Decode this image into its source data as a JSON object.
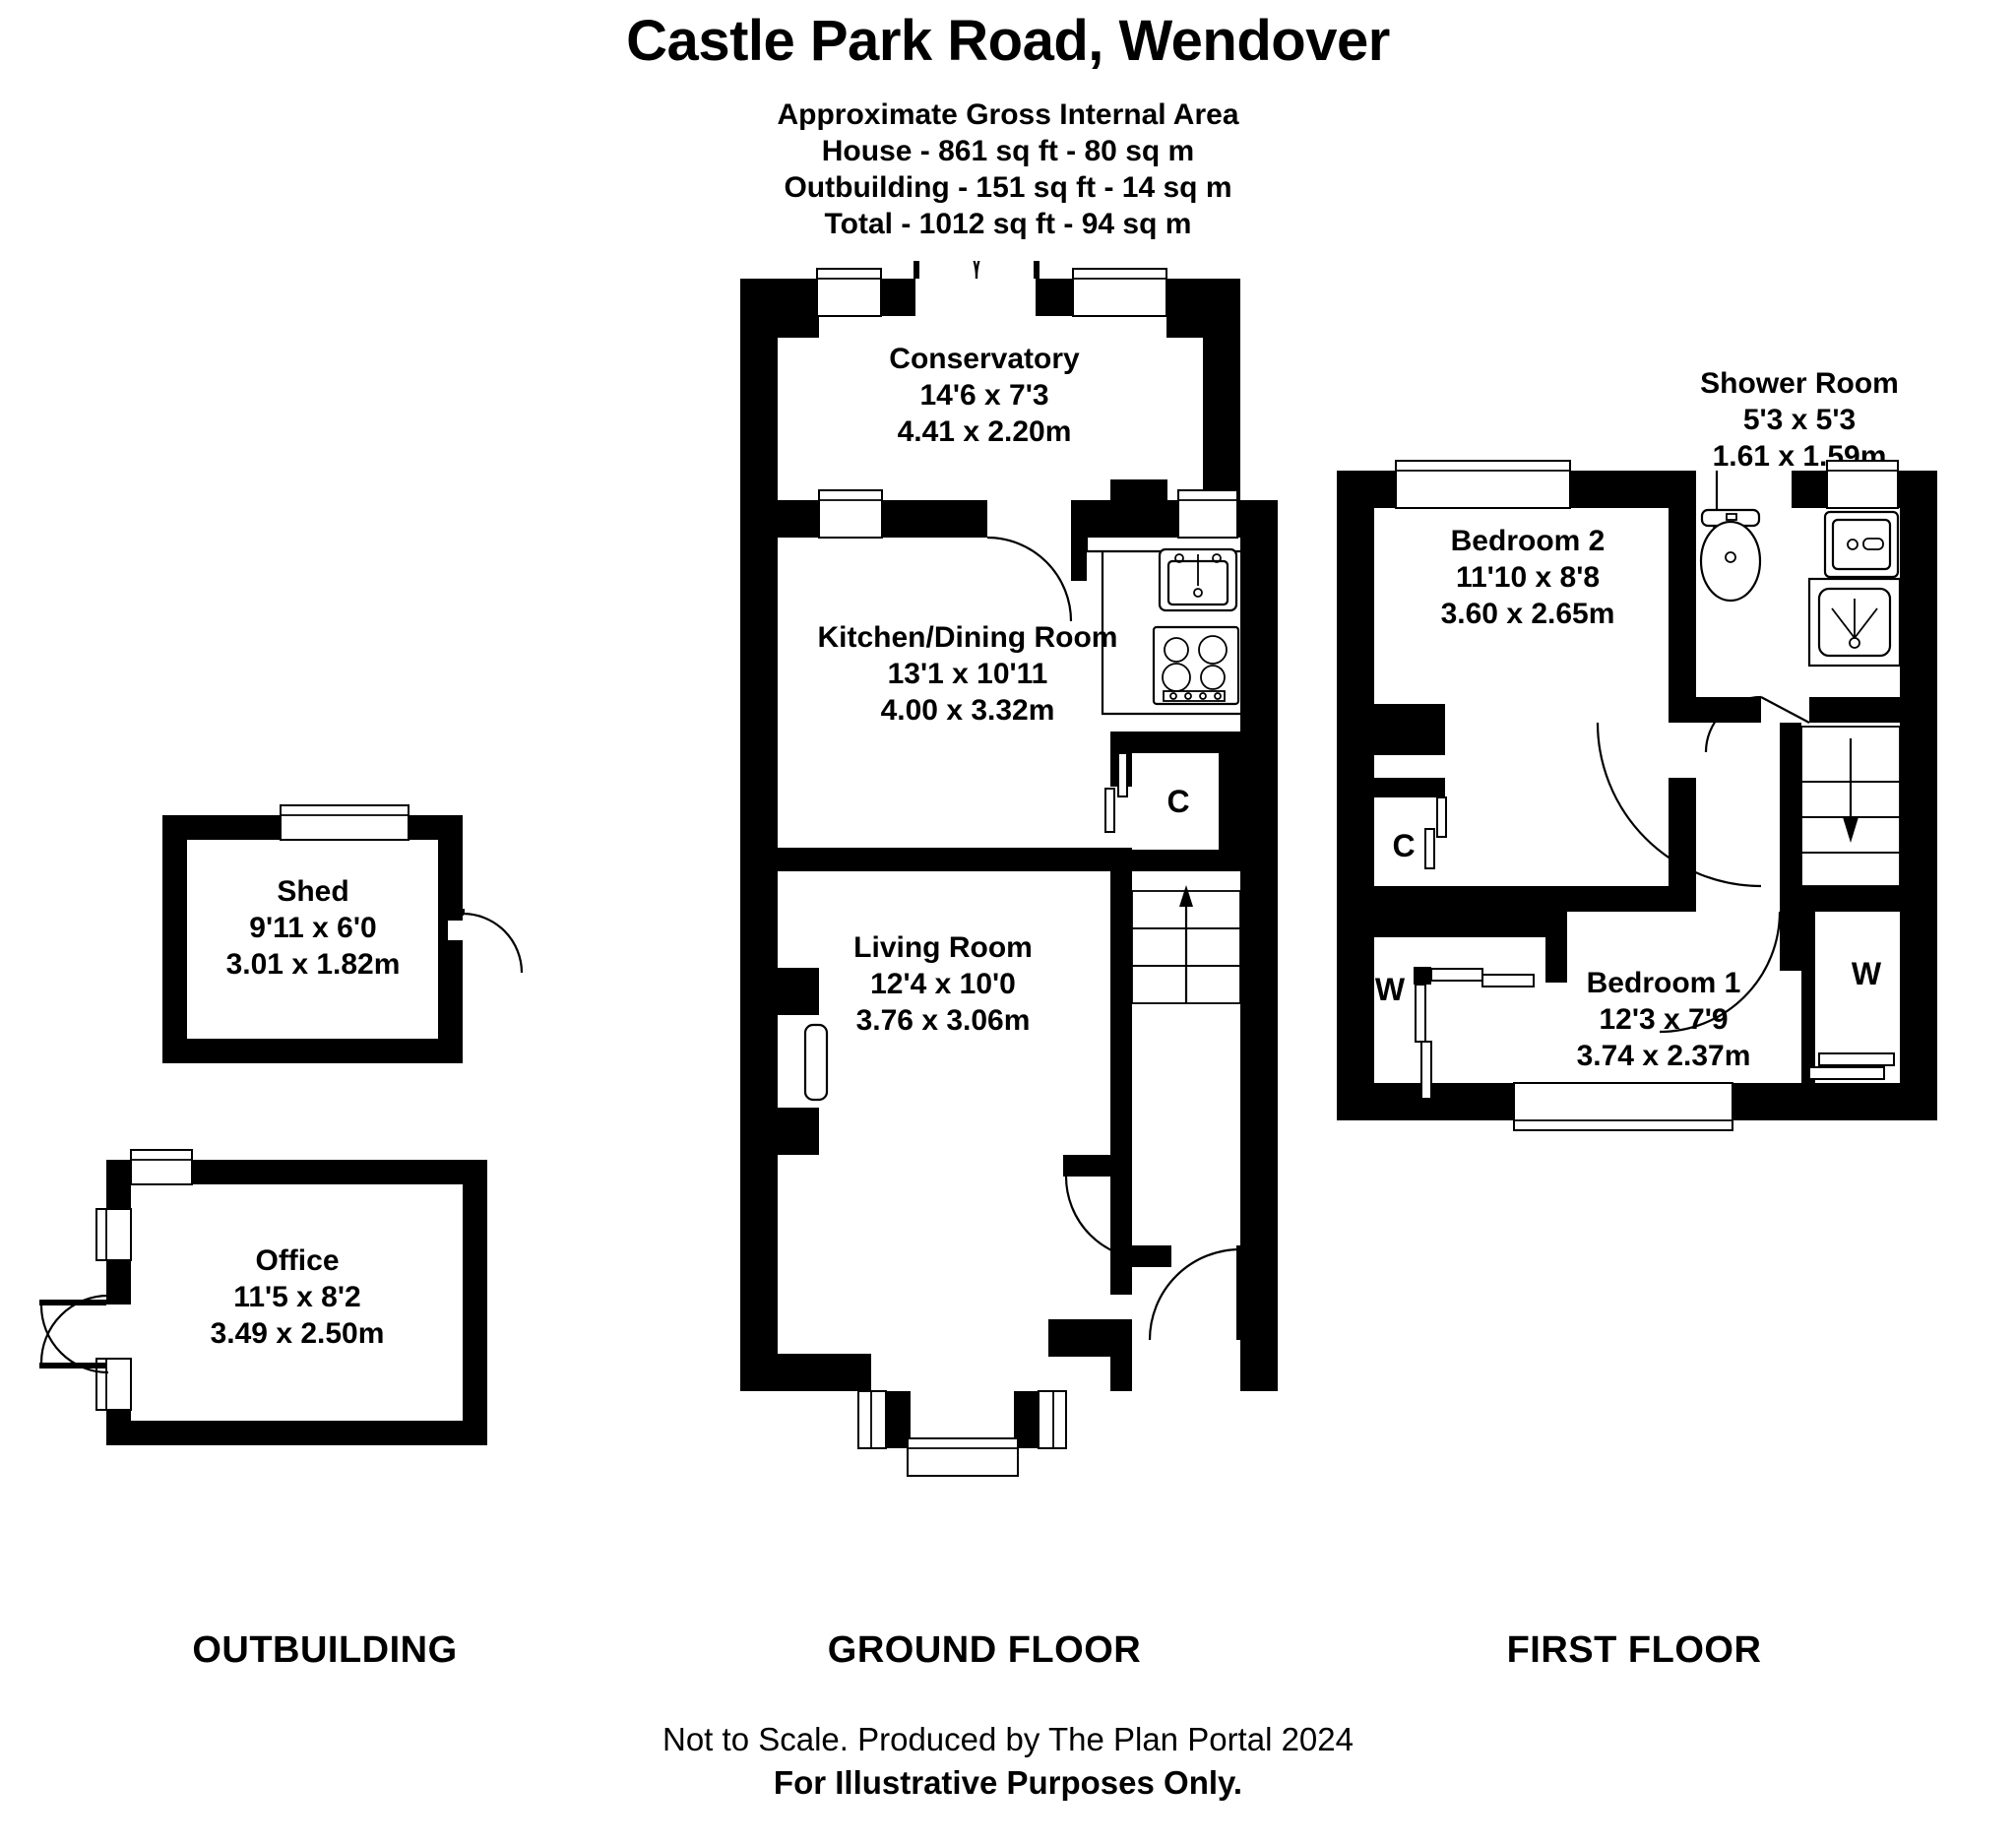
{
  "header": {
    "title": "Castle Park Road, Wendover",
    "subtitle_lines": [
      "Approximate Gross Internal Area",
      "House - 861 sq ft - 80 sq m",
      "Outbuilding - 151 sq ft - 14 sq m",
      "Total - 1012 sq ft - 94 sq m"
    ]
  },
  "floors": {
    "outbuilding": {
      "label": "OUTBUILDING"
    },
    "ground": {
      "label": "GROUND FLOOR"
    },
    "first": {
      "label": "FIRST FLOOR"
    }
  },
  "rooms": {
    "conservatory": {
      "name": "Conservatory",
      "imperial": "14'6 x 7'3",
      "metric": "4.41 x 2.20m"
    },
    "kitchen_dining": {
      "name": "Kitchen/Dining Room",
      "imperial": "13'1 x 10'11",
      "metric": "4.00 x 3.32m"
    },
    "living": {
      "name": "Living Room",
      "imperial": "12'4 x 10'0",
      "metric": "3.76 x 3.06m"
    },
    "bedroom2": {
      "name": "Bedroom 2",
      "imperial": "11'10 x 8'8",
      "metric": "3.60 x 2.65m"
    },
    "bedroom1": {
      "name": "Bedroom 1",
      "imperial": "12'3 x 7'9",
      "metric": "3.74 x 2.37m"
    },
    "shower": {
      "name": "Shower Room",
      "imperial": "5'3 x 5'3",
      "metric": "1.61 x 1.59m"
    },
    "shed": {
      "name": "Shed",
      "imperial": "9'11 x 6'0",
      "metric": "3.01 x 1.82m"
    },
    "office": {
      "name": "Office",
      "imperial": "11'5 x 8'2",
      "metric": "3.49 x 2.50m"
    }
  },
  "tags": {
    "cupboard_ground": "C",
    "cupboard_first": "C",
    "wardrobe_left": "W",
    "wardrobe_right": "W"
  },
  "footer": {
    "line1": "Not to Scale. Produced by The Plan Portal 2024",
    "line2": "For Illustrative Purposes Only."
  },
  "colors": {
    "wall": "#000000",
    "background": "#ffffff"
  }
}
